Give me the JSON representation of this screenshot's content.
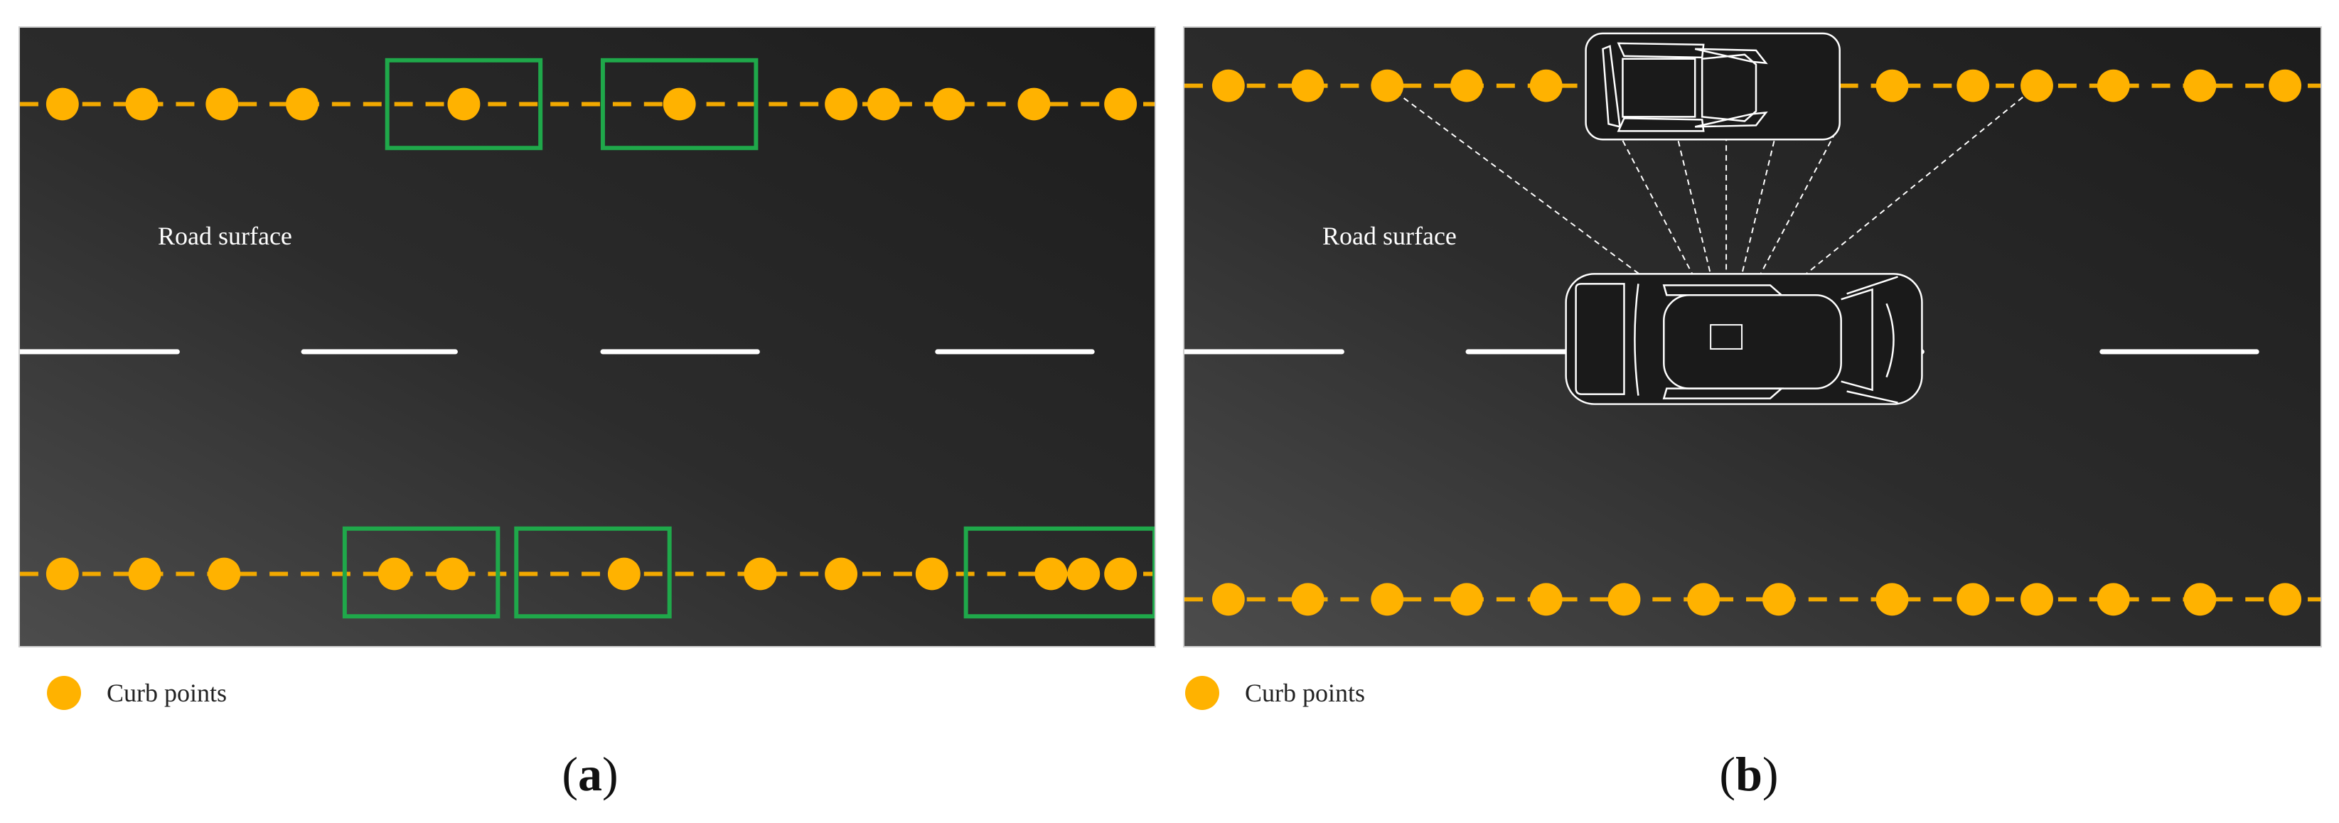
{
  "colors": {
    "curb": "#FFB200",
    "curb_line": "#F2A900",
    "highlight_box": "#1FA84A",
    "road_dark": "#1f1f1f",
    "road_light": "#4a4a4a",
    "lane_marking": "#ffffff"
  },
  "panels": [
    {
      "id": "a",
      "road_surface_label": "Road surface",
      "legend_label": "Curb points",
      "caption_letter": "a"
    },
    {
      "id": "b",
      "road_surface_label": "Road surface",
      "legend_label": "Curb points",
      "caption_letter": "b"
    }
  ]
}
